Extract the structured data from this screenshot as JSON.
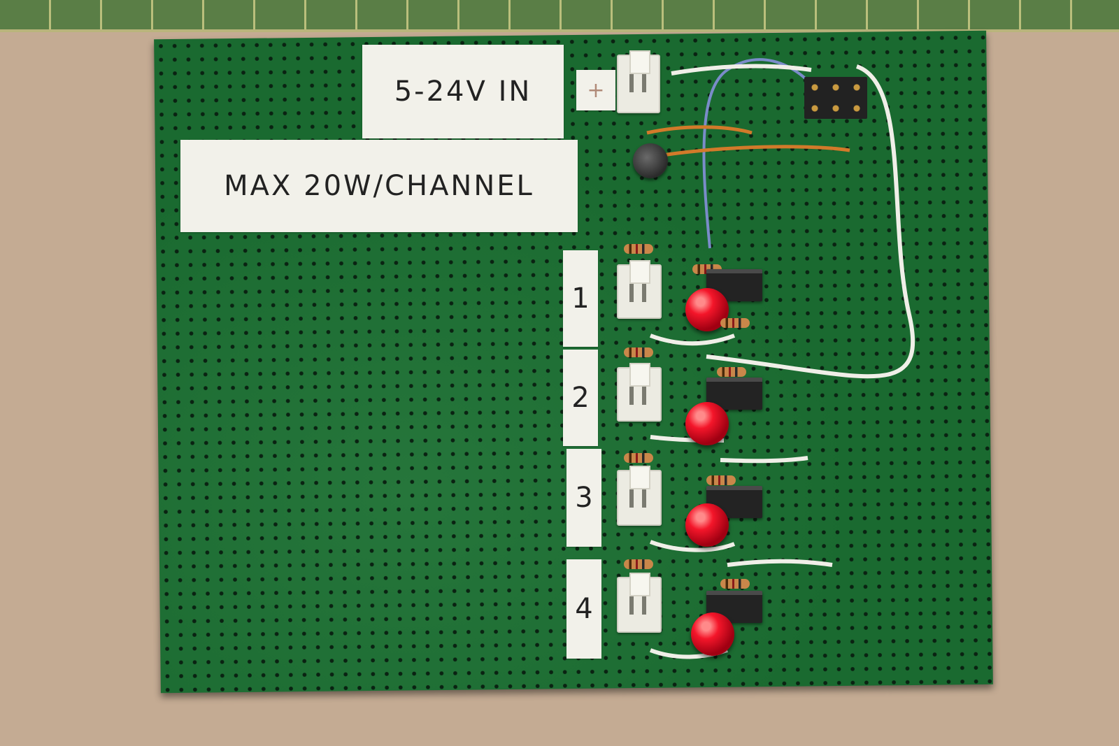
{
  "scene": {
    "description_visible": false,
    "input_label": "5-24V IN",
    "polarity_mark": "+",
    "power_label": "MAX 20W/CHANNEL",
    "channels": [
      {
        "label": "1"
      },
      {
        "label": "2"
      },
      {
        "label": "3"
      },
      {
        "label": "4"
      }
    ],
    "colors": {
      "board": "#1a6a30",
      "background": "#c4ab93",
      "led": "#f4162a",
      "label": "#f2f1ea"
    }
  }
}
